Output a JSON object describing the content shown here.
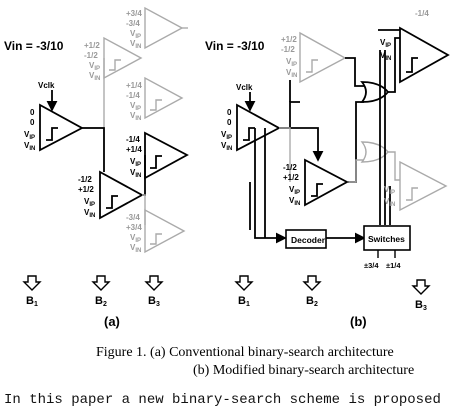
{
  "panel_a": {
    "vin_label": "Vin = -3/10",
    "vclk_label": "Vclk",
    "comp1_inputs": [
      "0",
      "0",
      "V",
      "V"
    ],
    "comp2_inputs": [
      "-1/2",
      "+1/2",
      "V",
      "V"
    ],
    "comp3_inputs": [
      "-1/4",
      "+1/4",
      "V",
      "V"
    ],
    "gray_top_inputs": [
      "+3/4",
      "-3/4",
      "V",
      "V"
    ],
    "gray_mid_inputs": [
      "+1/2",
      "-1/2",
      "V",
      "V"
    ],
    "gray_mid2_inputs": [
      "+1/4",
      "-1/4",
      "V",
      "V"
    ],
    "gray_bot_inputs": [
      "-3/4",
      "+3/4",
      "V",
      "V"
    ],
    "subs": [
      "IP",
      "IN"
    ],
    "outputs": [
      "B",
      "B",
      "B"
    ],
    "output_subs": [
      "1",
      "2",
      "3"
    ],
    "panel_label": "(a)"
  },
  "panel_b": {
    "vin_label": "Vin = -3/10",
    "vclk_label": "Vclk",
    "comp1_inputs": [
      "0",
      "0",
      "V",
      "V"
    ],
    "comp2_inputs": [
      "-1/2",
      "+1/2",
      "V",
      "V"
    ],
    "comp_top_inputs": [
      "+1/2",
      "-1/2",
      "V",
      "V"
    ],
    "comp_top_gray_label": "-1/4",
    "comp_bot_inputs": [
      "V",
      "V"
    ],
    "decoder_label": "Decoder",
    "switches_label": "Switches",
    "switch_inputs": [
      "±3/4",
      "±1/4"
    ],
    "subs": [
      "IP",
      "IN"
    ],
    "outputs": [
      "B",
      "B",
      "B"
    ],
    "output_subs": [
      "1",
      "2",
      "3"
    ],
    "panel_label": "(b)"
  },
  "caption": {
    "line1": "Figure 1.  (a) Conventional binary-search architecture",
    "line2": "(b) Modified binary-search architecture"
  },
  "body_text": "In this paper a new binary-search scheme is proposed"
}
